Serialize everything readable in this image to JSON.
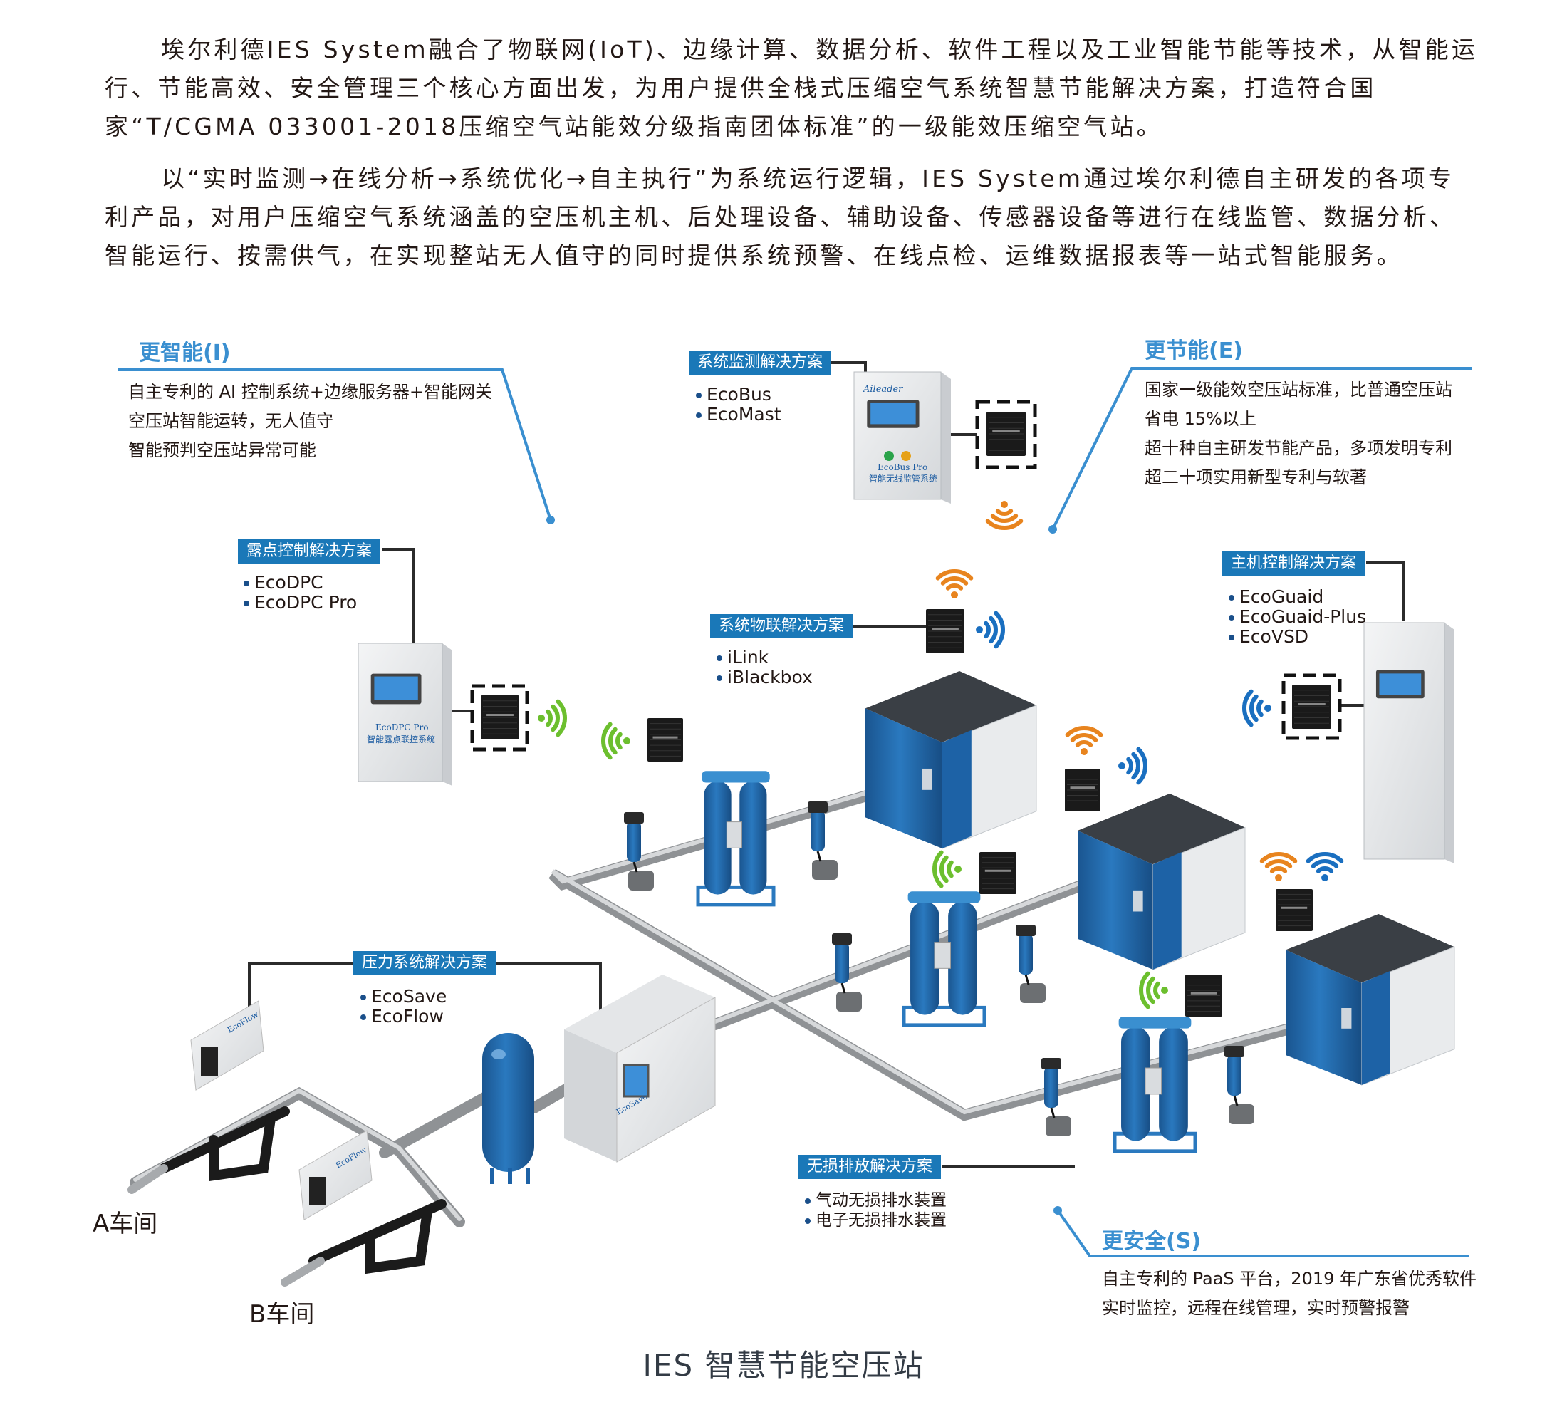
{
  "intro": {
    "paragraph1": "埃尔利德IES System融合了物联网(IoT)、边缘计算、数据分析、软件工程以及工业智能节能等技术，从智能运行、节能高效、安全管理三个核心方面出发，为用户提供全栈式压缩空气系统智慧节能解决方案，打造符合国家“T/CGMA 033001-2018压缩空气站能效分级指南团体标准”的一级能效压缩空气站。",
    "paragraph2": "以“实时监测→在线分析→系统优化→自主执行”为系统运行逻辑，IES System通过埃尔利德自主研发的各项专利产品，对用户压缩空气系统涵盖的空压机主机、后处理设备、辅助设备、传感器设备等进行在线监管、数据分析、智能运行、按需供气，在实现整站无人值守的同时提供系统预警、在线点检、运维数据报表等一站式智能服务。"
  },
  "pillars": {
    "smart": {
      "heading": "更智能(I)",
      "lines": [
        "自主专利的 AI 控制系统+边缘服务器+智能网关",
        "空压站智能运转，无人值守",
        "智能预判空压站异常可能"
      ]
    },
    "energy": {
      "heading": "更节能(E)",
      "lines": [
        "国家一级能效空压站标准，比普通空压站",
        "省电 15%以上",
        "超十种自主研发节能产品，多项发明专利",
        "超二十项实用新型专利与软著"
      ]
    },
    "safety": {
      "heading": "更安全(S)",
      "lines": [
        "自主专利的 PaaS 平台，2019 年广东省优秀软件",
        "实时监控，远程在线管理，实时预警报警"
      ]
    }
  },
  "solutions": {
    "monitoring": {
      "label": "系统监测解决方案",
      "items": [
        "EcoBus",
        "EcoMast"
      ]
    },
    "dewpoint": {
      "label": "露点控制解决方案",
      "items": [
        "EcoDPC",
        "EcoDPC Pro"
      ]
    },
    "iot": {
      "label": "系统物联解决方案",
      "items": [
        "iLink",
        "iBlackbox"
      ]
    },
    "host": {
      "label": "主机控制解决方案",
      "items": [
        "EcoGuaid",
        "EcoGuaid-Plus",
        "EcoVSD"
      ]
    },
    "pressure": {
      "label": "压力系统解决方案",
      "items": [
        "EcoSave",
        "EcoFlow"
      ]
    },
    "drain": {
      "label": "无损排放解决方案",
      "items": [
        "气动无损排水装置",
        "电子无损排水装置"
      ]
    }
  },
  "product_labels": {
    "ecobus_model": "EcoBus Pro",
    "ecobus_name": "智能无线监管系统",
    "ecodpc_model": "EcoDPC Pro",
    "ecodpc_name": "智能露点联控系统",
    "ecosave_model": "EcoSave",
    "ecoflow_model": "EcoFlow",
    "brand": "Aileader"
  },
  "workshops": {
    "a": "A车间",
    "b": "B车间"
  },
  "title": "IES 智慧节能空压站",
  "colors": {
    "accent": "#3a8fd0",
    "label_box": "#1a78b8",
    "wifi_orange": "#e8841e",
    "wifi_green": "#6cbf2e",
    "wifi_blue": "#1a6fc0",
    "equipment_blue": "#1d62a6"
  }
}
